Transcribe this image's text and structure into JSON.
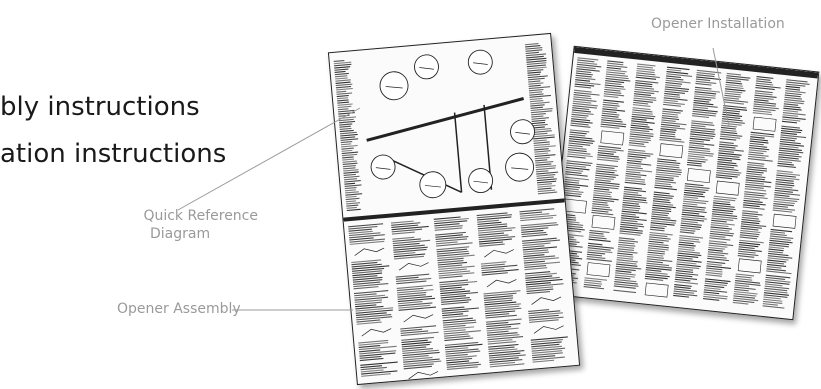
{
  "headings": {
    "line1": "bly instructions",
    "line2": "ation instructions"
  },
  "callouts": {
    "opener_installation": "Opener Installation",
    "quick_reference_line1": "Quick Reference",
    "quick_reference_line2": "Diagram",
    "opener_assembly": "Opener Assembly"
  },
  "colors": {
    "heading_text": "#1a1a1a",
    "callout_text": "#9a9a9a",
    "leader_line": "#9a9a9a",
    "sheet_ink": "#222222"
  }
}
